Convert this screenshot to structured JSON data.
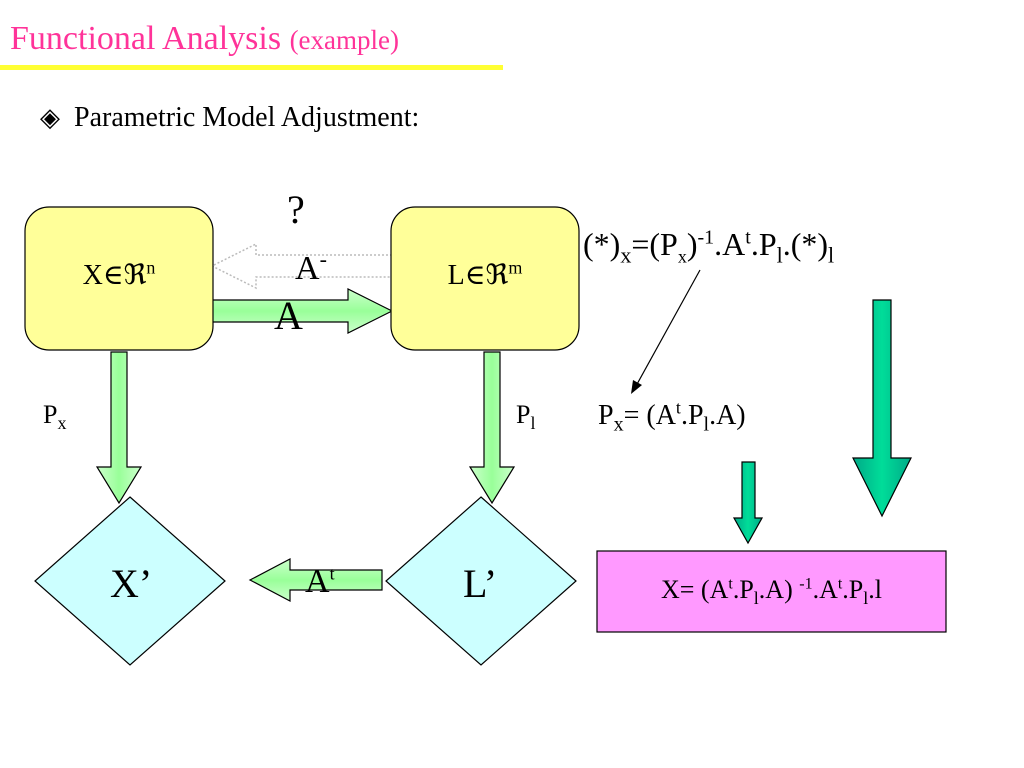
{
  "title": {
    "main": "Functional Analysis",
    "sub": "(example)"
  },
  "subtitle": {
    "bullet": "◈",
    "text": "Parametric Model Adjustment:"
  },
  "diagram": {
    "box_x": {
      "v": "X",
      "rel": "∈",
      "space": "ℜ",
      "dim": "n"
    },
    "box_l": {
      "v": "L",
      "rel": "∈",
      "space": "ℜ",
      "dim": "m"
    },
    "diamond_x": "X’",
    "diamond_l": "L’",
    "question": "?",
    "a_minus": {
      "base": "A",
      "sup": "-"
    },
    "a_forward": "A",
    "a_transpose": {
      "base": "A",
      "sup": "t"
    },
    "px_label": {
      "base": "P",
      "sub": "x"
    },
    "pl_label": {
      "base": "P",
      "sub": "l"
    }
  },
  "formula_top": {
    "p1": "(*)",
    "s1": "x",
    "p2": "=(P",
    "s2": "x",
    "p3": ")",
    "e1": "-1",
    "p4": ".A",
    "e2": "t",
    "p5": ".P",
    "s3": "l",
    "p6": ".(*)",
    "s4": "l"
  },
  "formula_px": {
    "p1": "P",
    "s1": "x",
    "p2": "= (A",
    "e1": "t",
    "p3": ".P",
    "s2": "l",
    "p4": ".A)"
  },
  "result_box": {
    "p1": "X= (A",
    "e1": "t",
    "p2": ".P",
    "s1": "l",
    "p3": ".A) ",
    "e2": "-1",
    "p4": ".A",
    "e3": "t",
    "p5": ".P",
    "s2": "l",
    "p6": ".l"
  },
  "colors": {
    "title": "#ff3399",
    "underline": "#ffff33",
    "box_fill": "#ffff99",
    "diamond_fill": "#ccffff",
    "arrow_fill": "#99ff99",
    "arrow_dark": "#00cc99",
    "result_fill": "#ff99ff"
  }
}
